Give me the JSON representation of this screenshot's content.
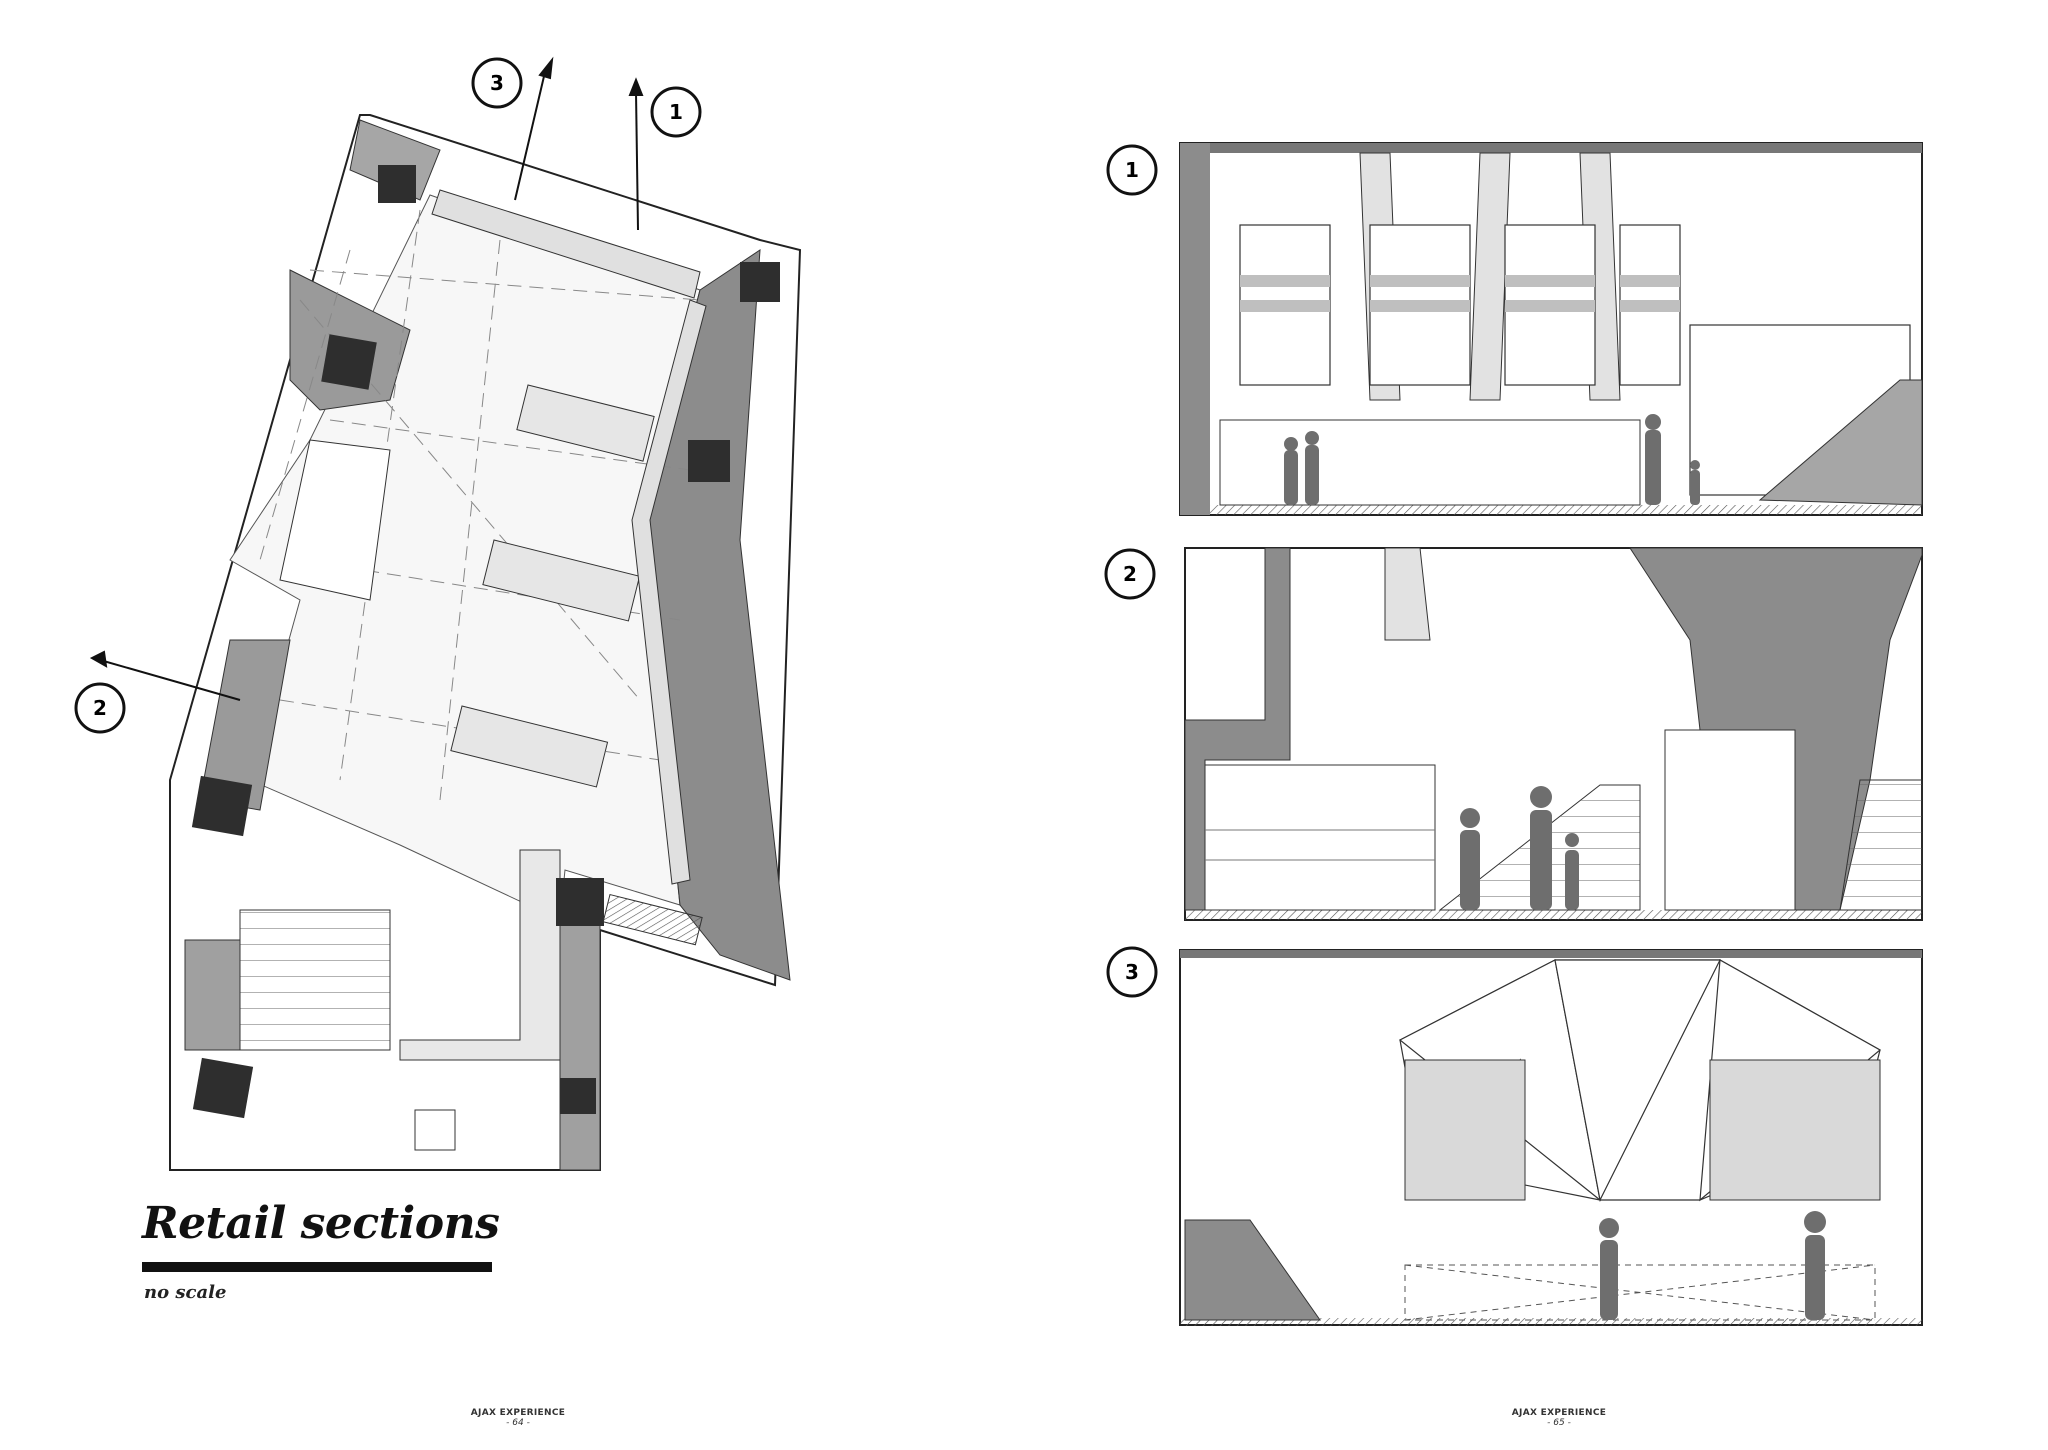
{
  "title": "Retail sections",
  "subtitle": "no scale",
  "plan_markers": [
    "1",
    "2",
    "3"
  ],
  "section_markers": [
    "1",
    "2",
    "3"
  ],
  "folios": [
    {
      "publication": "AJAX EXPERIENCE",
      "page": "- 64 -"
    },
    {
      "publication": "AJAX EXPERIENCE",
      "page": "- 65 -"
    }
  ],
  "colors": {
    "ink": "#111111",
    "wall": "#8c8c8c",
    "column": "#2e2e2e",
    "light": "#d4d4d4"
  }
}
